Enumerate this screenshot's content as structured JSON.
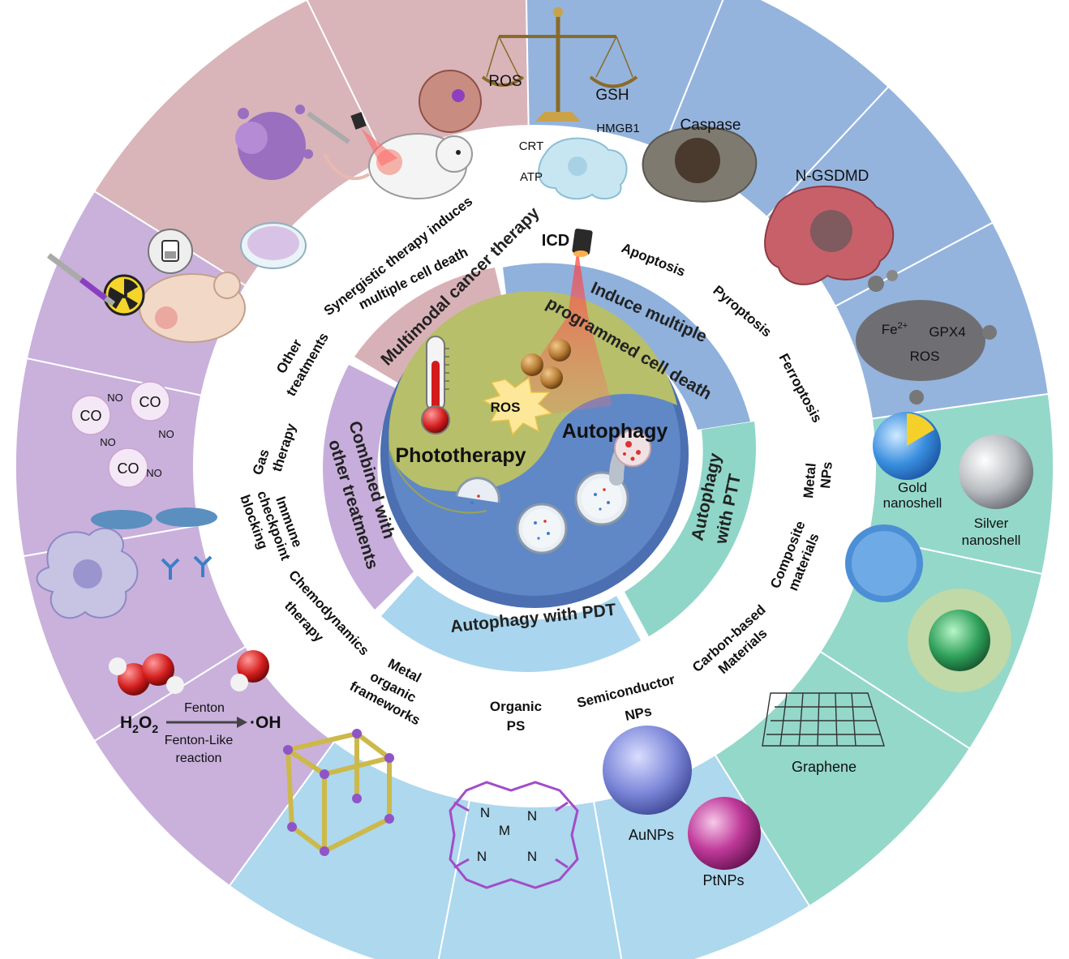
{
  "center": {
    "phototherapy": "Phototherapy",
    "autophagy": "Autophagy",
    "ros": "ROS",
    "icd": "ICD"
  },
  "inner_arcs": {
    "multimodal": "Multimodal cancer therapy",
    "induce1": "Induce multiple",
    "induce2": "programmed cell death",
    "ptt1": "Autophagy",
    "ptt2": "with PTT",
    "pdt": "Autophagy with PDT",
    "combined1": "Combined with",
    "combined2": "other treatments"
  },
  "ring_labels": {
    "synergy1": "Synergistic therapy induces",
    "synergy2": "multiple cell death",
    "apoptosis": "Apoptosis",
    "pyroptosis": "Pyroptosis",
    "ferroptosis": "Ferroptosis",
    "metal1": "Metal",
    "metal2": "NPs",
    "composite1": "Composite",
    "composite2": "materials",
    "carbon1": "Carbon-based",
    "carbon2": "Materials",
    "semi1": "Semiconductor",
    "semi2": "NPs",
    "organic1": "Organic",
    "organic2": "PS",
    "mof1": "Metal",
    "mof2": "organic",
    "mof3": "frameworks",
    "chemo1": "Chemodynamics",
    "chemo2": "therapy",
    "immune1": "Immune",
    "immune2": "checkpoint",
    "immune3": "blocking",
    "gas1": "Gas",
    "gas2": "therapy",
    "other1": "Other",
    "other2": "treatments"
  },
  "outer_labels": {
    "ros": "ROS",
    "gsh": "GSH",
    "hmgb1": "HMGB1",
    "crt": "CRT",
    "atp": "ATP",
    "caspase": "Caspase",
    "ngsdmd": "N-GSDMD",
    "fe": "Fe",
    "fe_sup": "2+",
    "gpx4": "GPX4",
    "ros2": "ROS",
    "gold1": "Gold",
    "gold2": "nanoshell",
    "silver1": "Silver",
    "silver2": "nanoshell",
    "graphene": "Graphene",
    "aunps": "AuNPs",
    "ptnps": "PtNPs",
    "n": "N",
    "m": "M",
    "h2o2": "H",
    "h2o2_sub1": "2",
    "h2o2_o": "O",
    "h2o2_sub2": "2",
    "oh": "·OH",
    "fenton": "Fenton",
    "fenton_like1": "Fenton-Like",
    "fenton_like2": "reaction",
    "co": "CO",
    "no": "NO"
  },
  "colors": {
    "pink": "#d8b1b6",
    "blue": "#8fb1dc",
    "teal": "#8fd6c8",
    "lightblue": "#a9d6ee",
    "purple": "#c7addb",
    "yellowgreen": "#b7bf6a",
    "darkblue": "#5c82c0"
  }
}
